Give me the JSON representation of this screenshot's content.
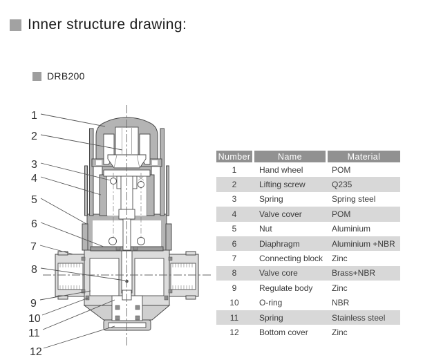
{
  "page": {
    "title": "Inner structure drawing:",
    "model": "DRB200"
  },
  "diagram": {
    "callouts": [
      "1",
      "2",
      "3",
      "4",
      "5",
      "6",
      "7",
      "8",
      "9",
      "10",
      "11",
      "12"
    ]
  },
  "table": {
    "headers": [
      "Number",
      "Name",
      "Material"
    ],
    "rows": [
      [
        "1",
        "Hand wheel",
        "POM"
      ],
      [
        "2",
        "Lifting screw",
        "Q235"
      ],
      [
        "3",
        "Spring",
        "Spring steel"
      ],
      [
        "4",
        "Valve cover",
        "POM"
      ],
      [
        "5",
        "Nut",
        "Aluminium"
      ],
      [
        "6",
        "Diaphragm",
        "Aluminium +NBR"
      ],
      [
        "7",
        "Connecting block",
        "Zinc"
      ],
      [
        "8",
        "Valve core",
        "Brass+NBR"
      ],
      [
        "9",
        "Regulate body",
        "Zinc"
      ],
      [
        "10",
        "O-ring",
        "NBR"
      ],
      [
        "11",
        "Spring",
        "Stainless steel"
      ],
      [
        "12",
        "Bottom cover",
        "Zinc"
      ]
    ],
    "shaded_row_numbers": [
      "2",
      "4",
      "6",
      "8",
      "11"
    ]
  },
  "colors": {
    "bullet_gray": "#a2a2a2",
    "table_header_bg": "#919191",
    "table_row_alt": "#d8d8d8",
    "metal_dark": "#b4b4b4",
    "metal_light": "#dcdcdc",
    "outline": "#4a4a4a"
  }
}
